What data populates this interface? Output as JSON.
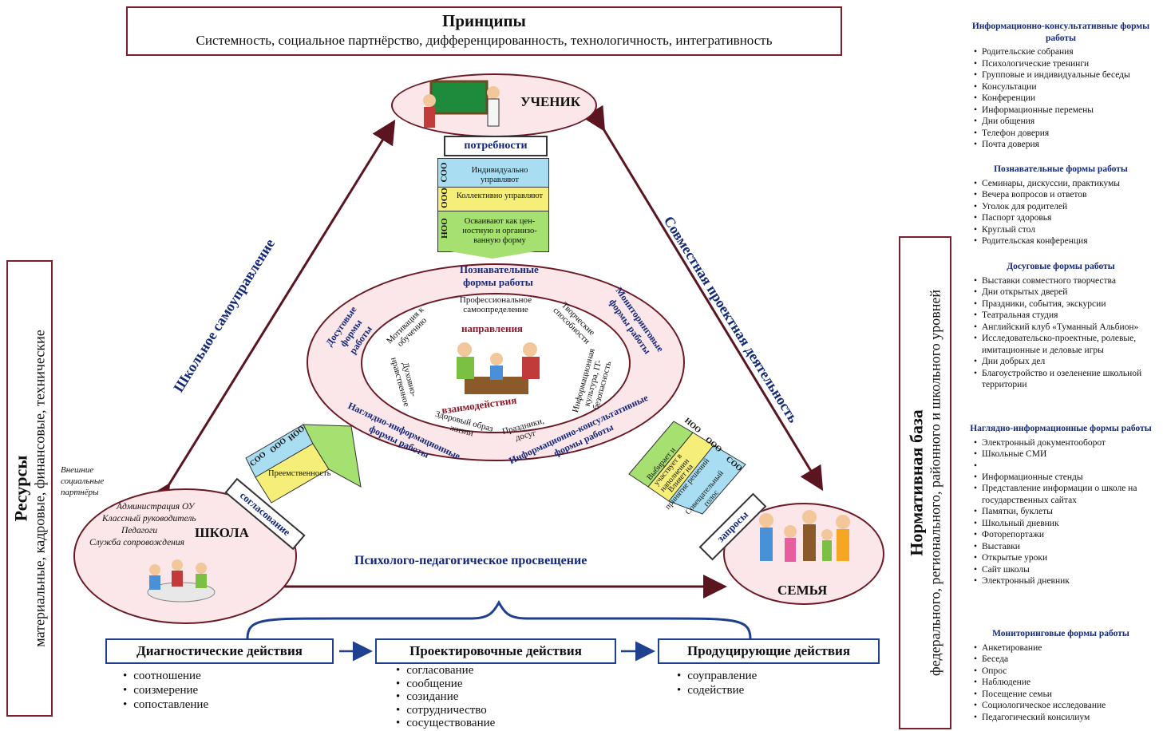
{
  "principles": {
    "title": "Принципы",
    "text": "Системность, социальное партнёрство, дифференцированность, технологичность, интегративность"
  },
  "resources": {
    "title": "Ресурсы",
    "subtitle": "материальные, кадровые, финансовые, технические"
  },
  "norm_base": {
    "title": "Нормативная база",
    "subtitle": "федерального, регионального, районного и школьного уровней"
  },
  "student": {
    "label": "УЧЕНИК",
    "needs": "потребности",
    "levels": [
      {
        "code": "СОО",
        "text": "Индивидуально управляют",
        "color": "#a9def2"
      },
      {
        "code": "ООО",
        "text": "Коллективно управляют",
        "color": "#f5ef7a"
      },
      {
        "code": "НОО",
        "text": "Осваивают как цен-ностную и организо-ванную форму",
        "color": "#a6e070"
      }
    ]
  },
  "sides": {
    "left": "Школьное самоуправление",
    "right": "Совместная проектная деятельность",
    "bottom": "Психолого-педагогическое просвещение"
  },
  "center": {
    "outer_forms": {
      "cognitive": "Познавательные формы работы",
      "leisure": "Досуговые формы работы",
      "monitoring": "Мониторинговые формы работы",
      "visual": "Наглядно-информационные формы работы",
      "consult": "Информационно-консультативные формы работы"
    },
    "inner": {
      "prof": "Профессиональное самоопределение",
      "motivation": "Мотивация к обучению",
      "creative": "Творческие способности",
      "spiritual": "Духовно-нравственное",
      "infoculture": "Информационная культура, IT-безопасность",
      "health": "Здоровый образ жизни",
      "holidays": "Праздники, досуг",
      "directions": "направления",
      "interactions": "взаимодействия"
    }
  },
  "school": {
    "label": "ШКОЛА",
    "roles": [
      "Администрация ОУ",
      "Классный руководитель",
      "Педагоги",
      "Служба сопровождения"
    ],
    "external": "Внешние социальные партнёры",
    "agreement": "согласование",
    "continuity": "Преемственность",
    "levels": [
      "СОО",
      "ООО",
      "НОО"
    ]
  },
  "family": {
    "label": "СЕМЬЯ",
    "requests": "запросы",
    "levels": [
      {
        "code": "НОО",
        "text": "Выбирает и участвует в наполнении"
      },
      {
        "code": "ООО",
        "text": "Влияет на принятие решений"
      },
      {
        "code": "СОО",
        "text": "Совещательный голос"
      }
    ]
  },
  "actions": [
    {
      "title": "Диагностические действия",
      "items": [
        "соотношение",
        "соизмерение",
        "сопоставление"
      ]
    },
    {
      "title": "Проектировочные действия",
      "items": [
        "согласование",
        "сообщение",
        "созидание",
        "сотрудничество",
        "сосуществование"
      ]
    },
    {
      "title": "Продуцирующие действия",
      "items": [
        "соуправление",
        "содействие"
      ]
    }
  ],
  "right_sections": [
    {
      "heading": "Информационно-консультативные формы работы",
      "items": [
        "Родительские собрания",
        "Психологические тренинги",
        "Групповые и индивидуальные беседы",
        "Консультации",
        "Конференции",
        "Информационные перемены",
        "Дни общения",
        "Телефон доверия",
        "Почта доверия"
      ]
    },
    {
      "heading": "Познавательные формы работы",
      "items": [
        "Семинары, дискуссии, практикумы",
        "Вечера вопросов и ответов",
        "Уголок для родителей",
        "Паспорт здоровья",
        "Круглый стол",
        "Родительская конференция"
      ]
    },
    {
      "heading": "Досуговые формы работы",
      "items": [
        "Выставки совместного творчества",
        "Дни открытых дверей",
        "Праздники, события, экскурсии",
        "Театральная студия",
        "Английский клуб «Туманный Альбион»",
        "Исследовательско-проектные, ролевые, имитационные и деловые игры",
        "Дни добрых дел",
        "Благоустройство и озеленение школьной территории"
      ]
    },
    {
      "heading": "Наглядно-информационные формы работы",
      "items": [
        "Электронный документооборот",
        "Школьные СМИ",
        "",
        "Информационные стенды",
        "Представление информации о школе на государственных сайтах",
        "Памятки, буклеты",
        "Школьный дневник",
        "Фоторепортажи",
        "Выставки",
        "Открытые уроки",
        "Сайт школы",
        "Электронный дневник"
      ]
    },
    {
      "heading": "Мониторинговые формы работы",
      "items": [
        "Анкетирование",
        "Беседа",
        "Опрос",
        "Наблюдение",
        "Посещение семьи",
        "Социологическое исследование",
        "Педагогический консилиум"
      ]
    }
  ],
  "colors": {
    "frame": "#7a1f2b",
    "ellipse_fill": "#fbe6ea",
    "navy": "#14287a",
    "arrow": "#5a1520"
  }
}
